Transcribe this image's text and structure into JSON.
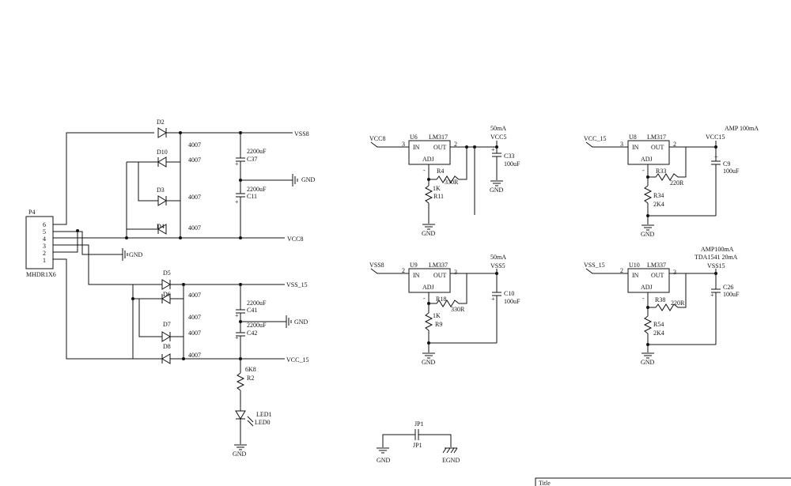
{
  "connector": {
    "ref": "P4",
    "part": "MHDR1X6",
    "pins": [
      "6",
      "5",
      "4",
      "3",
      "2",
      "1"
    ]
  },
  "rectifier": {
    "diodes": [
      "D2",
      "D10",
      "D3",
      "D4",
      "D5",
      "D6",
      "D7",
      "D8"
    ],
    "diode_value": "4007",
    "caps": [
      {
        "ref": "C37",
        "value": "2200uF"
      },
      {
        "ref": "C11",
        "value": "2200uF"
      },
      {
        "ref": "C41",
        "value": "2200uF"
      },
      {
        "ref": "C42",
        "value": "2200uF"
      }
    ],
    "rails": {
      "vss8": "VSS8",
      "vcc8": "VCC8",
      "vss15": "VSS_15",
      "vcc15": "VCC_15"
    }
  },
  "gnd": "GND",
  "egnd": "EGND",
  "led": {
    "r_value": "6K8",
    "r_ref": "R2",
    "ref": "LED1",
    "part": "LED0"
  },
  "jumper": {
    "ref": "JP1",
    "part": "JP1"
  },
  "reg_u6": {
    "ref": "U6",
    "part": "LM317",
    "in": "IN",
    "out": "OUT",
    "adj": "ADJ",
    "pin_in": "3",
    "pin_out": "2",
    "input": "VCC8",
    "current": "50mA",
    "output": "VCC5",
    "cap_ref": "C33",
    "cap_val": "100uF",
    "r_top_ref": "R4",
    "r_top_val": "330R",
    "r_bot_val": "1K",
    "r_bot_ref": "R11"
  },
  "reg_u9": {
    "ref": "U9",
    "part": "LM337",
    "in": "IN",
    "out": "OUT",
    "adj": "ADJ",
    "pin_in": "2",
    "pin_out": "3",
    "input": "VSS8",
    "current": "50mA",
    "output": "VSS5",
    "cap_ref": "C10",
    "cap_val": "100uF",
    "r_top_ref": "R18",
    "r_top_val": "330R",
    "r_bot_val": "1K",
    "r_bot_ref": "R9"
  },
  "reg_u8": {
    "ref": "U8",
    "part": "LM317",
    "in": "IN",
    "out": "OUT",
    "adj": "ADJ",
    "pin_in": "3",
    "pin_out": "2",
    "input": "VCC_15",
    "current": "AMP 100mA",
    "output": "VCC15",
    "cap_ref": "C9",
    "cap_val": "100uF",
    "r_top_ref": "R33",
    "r_top_val": "220R",
    "r_bot_ref": "R34",
    "r_bot_val": "2K4"
  },
  "reg_u10": {
    "ref": "U10",
    "part": "LM337",
    "in": "IN",
    "out": "OUT",
    "adj": "ADJ",
    "pin_in": "2",
    "pin_out": "3",
    "input": "VSS_15",
    "current": "AMP100mA",
    "current2": "TDA1541 20mA",
    "output": "VSS15",
    "cap_ref": "C26",
    "cap_val": "100uF",
    "r_top_ref": "R38",
    "r_top_val": "220R",
    "r_bot_ref": "R54",
    "r_bot_val": "2K4"
  },
  "title_block": {
    "label": "Title"
  }
}
